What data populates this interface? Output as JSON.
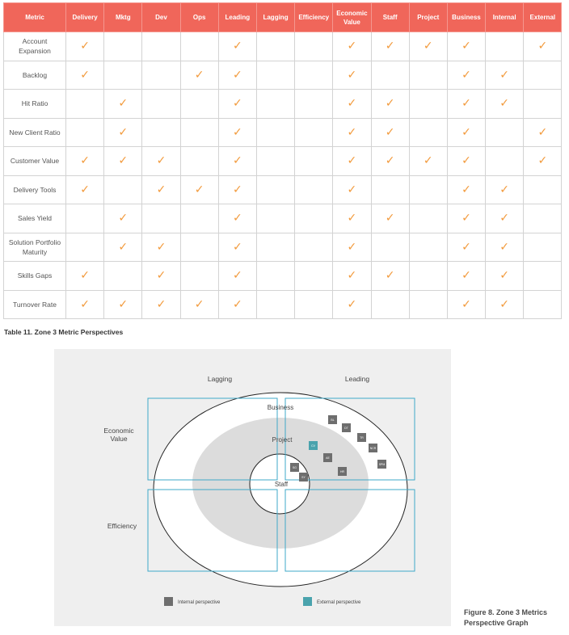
{
  "table": {
    "headers": [
      "Metric",
      "Delivery",
      "Mktg",
      "Dev",
      "Ops",
      "Leading",
      "Lagging",
      "Efficiency",
      "Economic Value",
      "Staff",
      "Project",
      "Business",
      "Internal",
      "External"
    ],
    "check_symbol": "✓",
    "rows": [
      {
        "metric": "Account Expansion",
        "checks": [
          1,
          0,
          0,
          0,
          1,
          0,
          0,
          1,
          1,
          1,
          1,
          0,
          1
        ]
      },
      {
        "metric": "Backlog",
        "checks": [
          1,
          0,
          0,
          1,
          1,
          0,
          0,
          1,
          0,
          0,
          1,
          1,
          0
        ]
      },
      {
        "metric": "Hit Ratio",
        "checks": [
          0,
          1,
          0,
          0,
          1,
          0,
          0,
          1,
          1,
          0,
          1,
          1,
          0
        ]
      },
      {
        "metric": "New Client Ratio",
        "checks": [
          0,
          1,
          0,
          0,
          1,
          0,
          0,
          1,
          1,
          0,
          1,
          0,
          1
        ]
      },
      {
        "metric": "Customer Value",
        "checks": [
          1,
          1,
          1,
          0,
          1,
          0,
          0,
          1,
          1,
          1,
          1,
          0,
          1
        ]
      },
      {
        "metric": "Delivery Tools",
        "checks": [
          1,
          0,
          1,
          1,
          1,
          0,
          0,
          1,
          0,
          0,
          1,
          1,
          0
        ]
      },
      {
        "metric": "Sales Yield",
        "checks": [
          0,
          1,
          0,
          0,
          1,
          0,
          0,
          1,
          1,
          0,
          1,
          1,
          0
        ]
      },
      {
        "metric": "Solution Portfolio Maturity",
        "checks": [
          0,
          1,
          1,
          0,
          1,
          0,
          0,
          1,
          0,
          0,
          1,
          1,
          0
        ]
      },
      {
        "metric": "Skills Gaps",
        "checks": [
          1,
          0,
          1,
          0,
          1,
          0,
          0,
          1,
          1,
          0,
          1,
          1,
          0
        ]
      },
      {
        "metric": "Turnover Rate",
        "checks": [
          1,
          1,
          1,
          1,
          1,
          0,
          0,
          1,
          0,
          0,
          1,
          1,
          0
        ]
      }
    ],
    "caption": "Table 11. Zone 3 Metric Perspectives"
  },
  "figure": {
    "col_labels": {
      "lagging": "Lagging",
      "leading": "Leading"
    },
    "row_labels": {
      "economic_value": "Economic Value",
      "efficiency": "Efficiency"
    },
    "ring_labels": {
      "business": "Business",
      "project": "Project",
      "staff": "Staff"
    },
    "markers": [
      {
        "code": "BL",
        "type": "internal"
      },
      {
        "code": "DT",
        "type": "internal"
      },
      {
        "code": "TR",
        "type": "internal"
      },
      {
        "code": "NCR",
        "type": "internal"
      },
      {
        "code": "SPM",
        "type": "internal"
      },
      {
        "code": "CV",
        "type": "external"
      },
      {
        "code": "AE",
        "type": "internal"
      },
      {
        "code": "HR",
        "type": "internal"
      },
      {
        "code": "SG",
        "type": "internal"
      },
      {
        "code": "SY",
        "type": "internal"
      }
    ],
    "legend": {
      "internal": "Internal perspective",
      "external": "External perspective"
    },
    "colors": {
      "internal": "#6e6e6e",
      "external": "#4aa3ad",
      "quadrant_border": "#3fa9c9",
      "header": "#f0665a",
      "check": "#f29a3c"
    },
    "caption_line1": "Figure 8. Zone 3 Metrics",
    "caption_line2": "Perspective Graph"
  }
}
